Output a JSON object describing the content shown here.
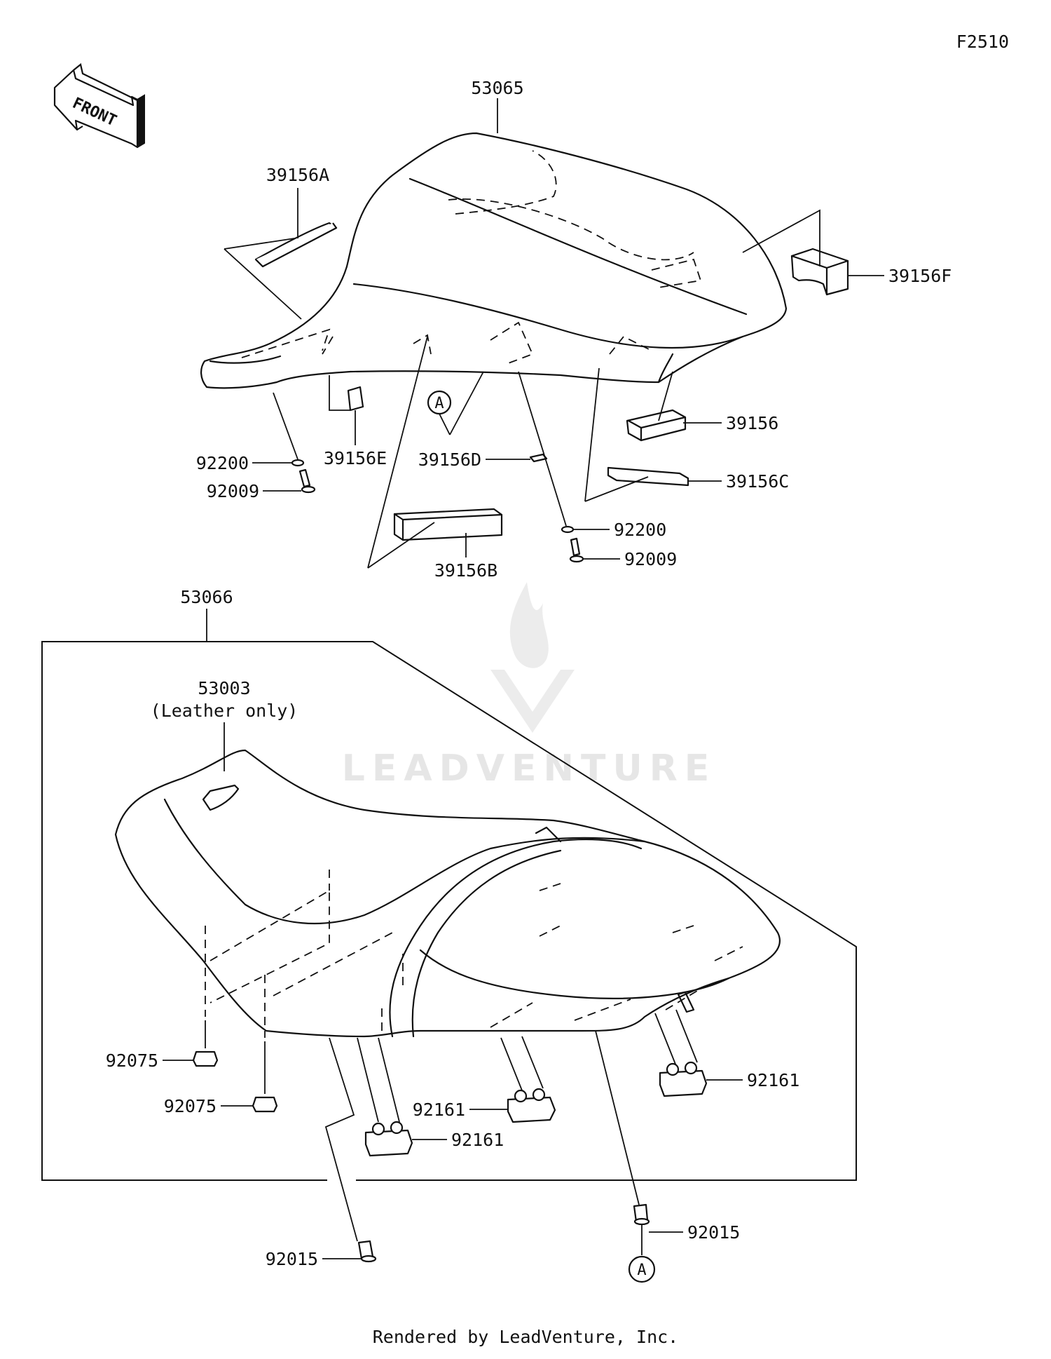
{
  "diagram_code": "F2510",
  "front_indicator": "FRONT",
  "watermark": "LEADVENTURE",
  "footer": "Rendered by LeadVenture, Inc.",
  "callout_ref": "A",
  "parts": {
    "rear_seat": "53065",
    "pad_a": "39156A",
    "pad_f": "39156F",
    "pad": "39156",
    "pad_c": "39156C",
    "pad_d": "39156D",
    "pad_e": "39156E",
    "pad_b": "39156B",
    "collar_left": "92200",
    "bolt_left": "92009",
    "collar_right": "92200",
    "bolt_right": "92009",
    "front_seat": "53066",
    "emblem": "53003",
    "emblem_note": "(Leather only)",
    "damper_1": "92075",
    "damper_2": "92075",
    "hook_1": "92161",
    "hook_2": "92161",
    "hook_3": "92161",
    "collar_bottom_left": "92015",
    "collar_bottom_right": "92015"
  }
}
